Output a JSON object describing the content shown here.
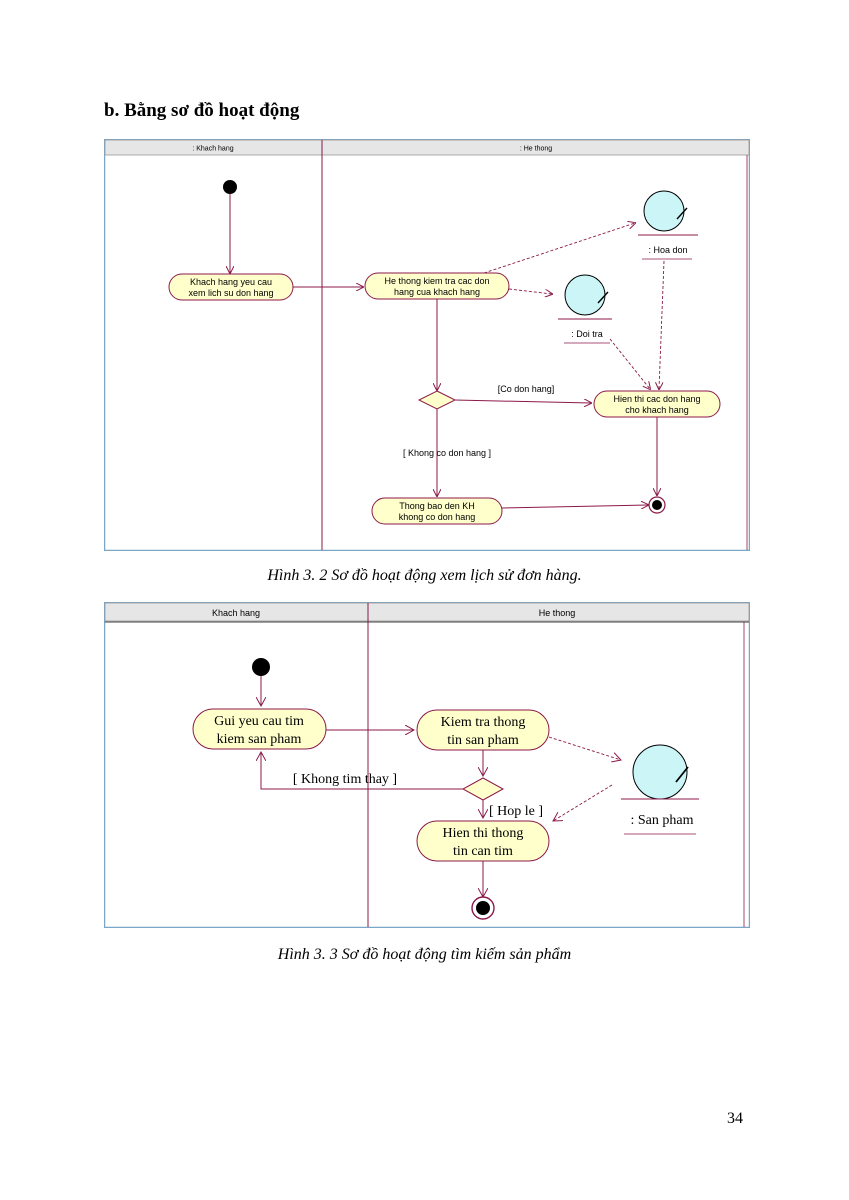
{
  "section_heading": "b. Bằng sơ đồ hoạt động",
  "diagram1": {
    "lane_left": ": Khach hang",
    "lane_right": ": He thong",
    "act_request": [
      "Khach hang yeu cau",
      "xem lich su don hang"
    ],
    "act_check": [
      "He thong kiem tra cac don",
      "hang cua khach hang"
    ],
    "obj_invoice": ": Hoa don",
    "obj_return": ": Doi tra",
    "guard_has": "[Co don hang]",
    "act_show": [
      "Hien thi cac don hang",
      "cho khach hang"
    ],
    "guard_none": "[ Khong co don hang ]",
    "act_notify": [
      "Thong bao den KH",
      "khong co don hang"
    ],
    "caption": "Hình 3. 2 Sơ đồ hoạt động xem lịch sử đơn hàng."
  },
  "diagram2": {
    "lane_left": "Khach hang",
    "lane_right": "He thong",
    "act_send": [
      "Gui yeu cau tim",
      "kiem san pham"
    ],
    "act_check": [
      "Kiem tra thong",
      "tin san pham"
    ],
    "obj_product": ": San pham",
    "guard_notfound": "[ Khong tim thay ]",
    "guard_valid": "[ Hop le ]",
    "act_show": [
      "Hien thi thong",
      "tin can tim"
    ],
    "caption": "Hình 3. 3 Sơ đồ hoạt động tìm kiếm sản phẩm"
  },
  "page_number": "34",
  "colors": {
    "flow": "#8b1a4a",
    "activity_fill": "#ffffcc",
    "object_fill": "#ccf5f8",
    "frame": "#7aa6c8",
    "header_fill": "#e6e6e6"
  }
}
